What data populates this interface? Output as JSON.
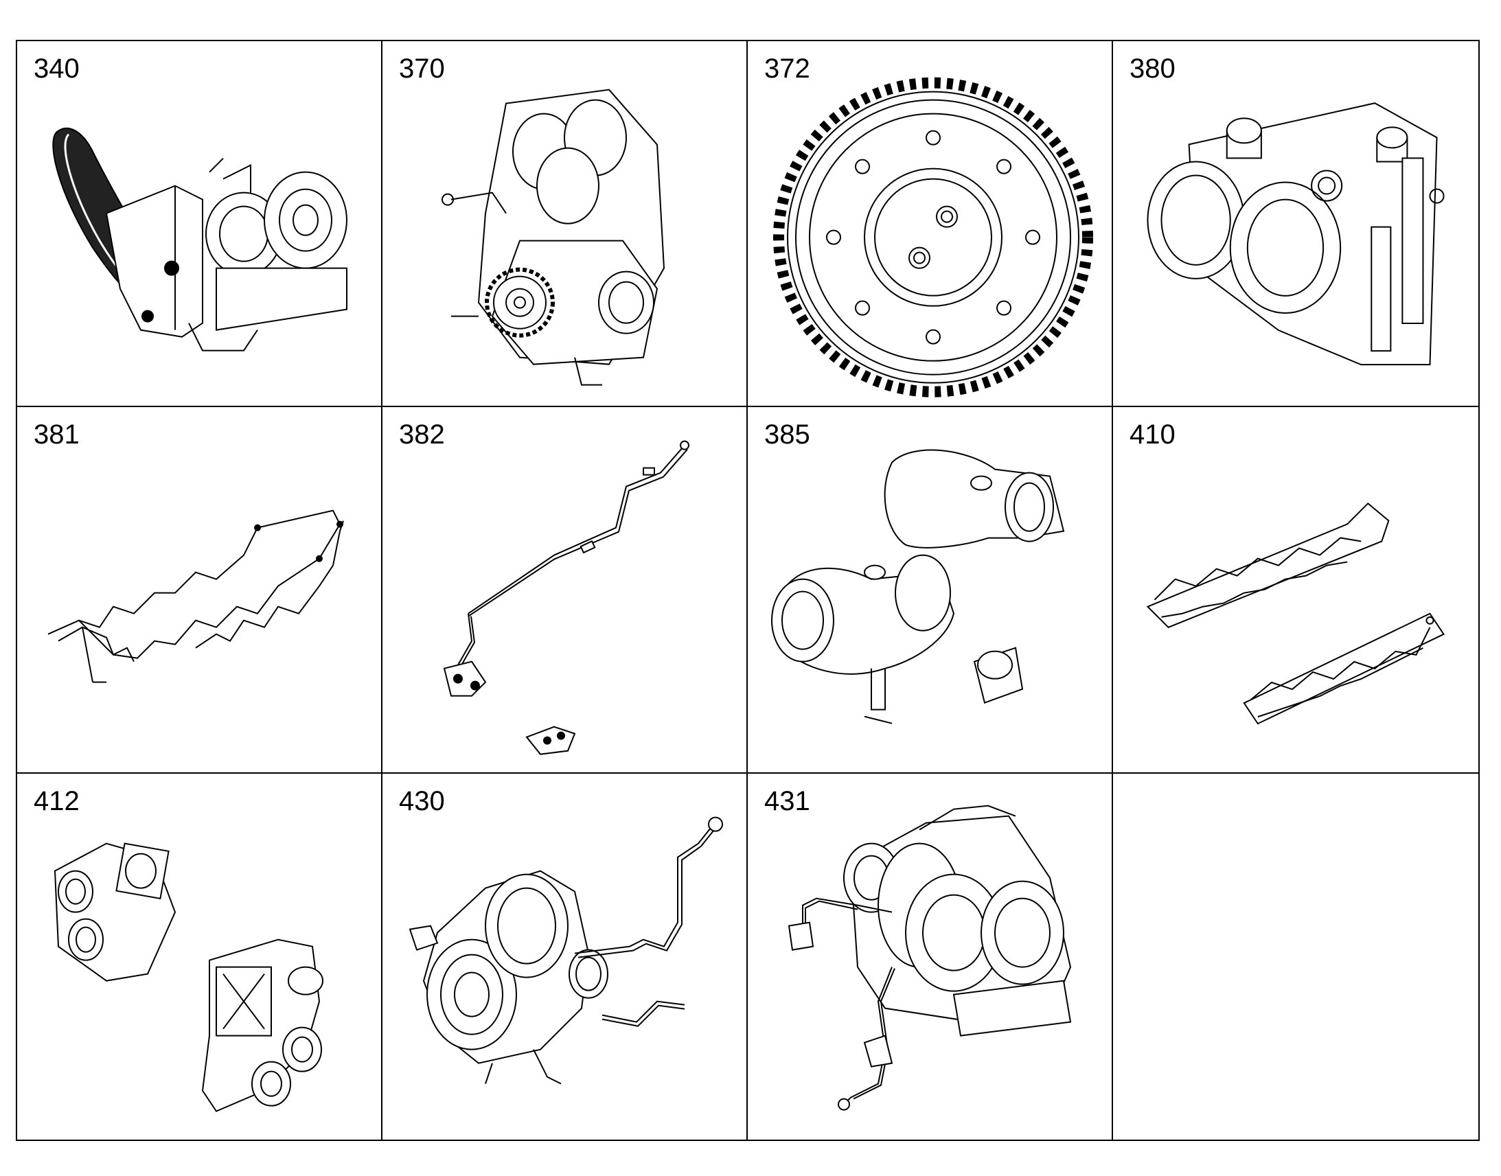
{
  "cells": [
    {
      "number": "340",
      "part_icon": "belt-pump-assembly-icon"
    },
    {
      "number": "370",
      "part_icon": "gear-housing-icon"
    },
    {
      "number": "372",
      "part_icon": "gear-wheel-icon"
    },
    {
      "number": "380",
      "part_icon": "oil-pump-housing-icon"
    },
    {
      "number": "381",
      "part_icon": "wiring-harness-icon"
    },
    {
      "number": "382",
      "part_icon": "fuel-line-icon"
    },
    {
      "number": "385",
      "part_icon": "intake-elbow-icon"
    },
    {
      "number": "410",
      "part_icon": "rocker-arm-shaft-icon"
    },
    {
      "number": "412",
      "part_icon": "exhaust-manifold-icon"
    },
    {
      "number": "430",
      "part_icon": "turbocharger-icon"
    },
    {
      "number": "431",
      "part_icon": "turbocharger-with-lines-icon"
    },
    {
      "number": "",
      "part_icon": ""
    }
  ]
}
